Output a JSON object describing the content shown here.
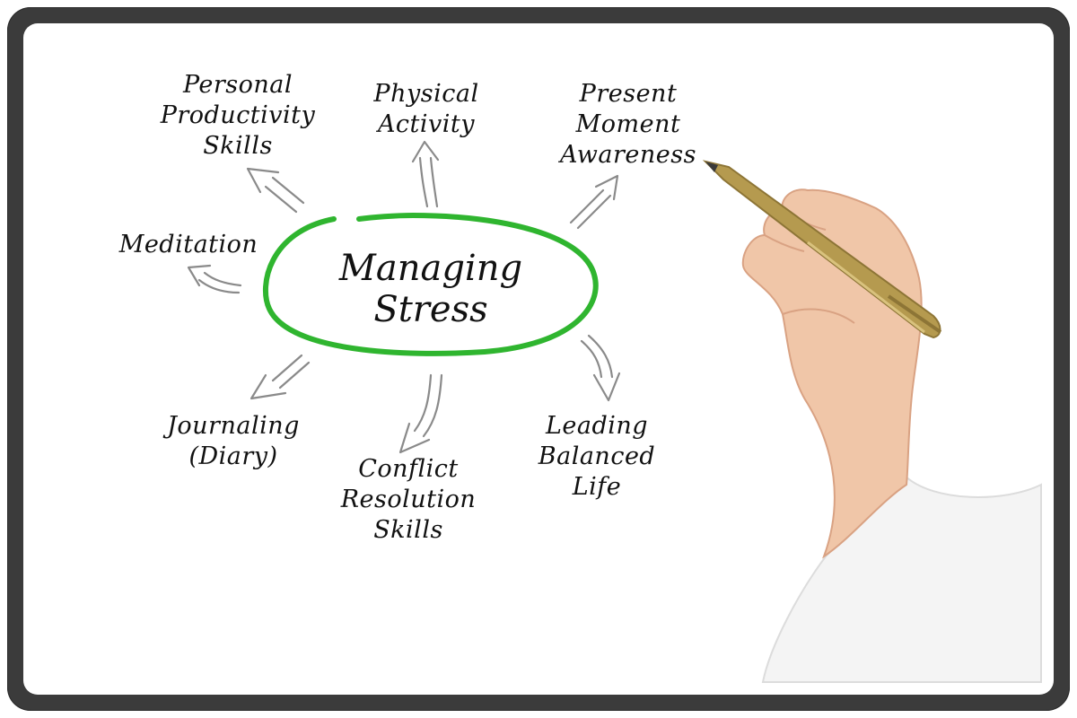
{
  "diagram": {
    "center": {
      "lines": [
        "Managing",
        "Stress"
      ]
    },
    "nodes": [
      {
        "id": "personal-productivity-skills",
        "lines": [
          "Personal",
          "Productivity",
          "Skills"
        ]
      },
      {
        "id": "physical-activity",
        "lines": [
          "Physical",
          "Activity"
        ]
      },
      {
        "id": "present-moment-awareness",
        "lines": [
          "Present",
          "Moment",
          "Awareness"
        ]
      },
      {
        "id": "meditation",
        "lines": [
          "Meditation"
        ]
      },
      {
        "id": "journaling-diary",
        "lines": [
          "Journaling",
          "(Diary)"
        ]
      },
      {
        "id": "conflict-resolution-skills",
        "lines": [
          "Conflict",
          "Resolution",
          "Skills"
        ]
      },
      {
        "id": "leading-balanced-life",
        "lines": [
          "Leading",
          "Balanced",
          "Life"
        ]
      }
    ],
    "colors": {
      "ellipse": "#2fb52f",
      "arrow": "#8a8a8a",
      "text": "#111111",
      "frame": "#3b3b3b"
    }
  }
}
